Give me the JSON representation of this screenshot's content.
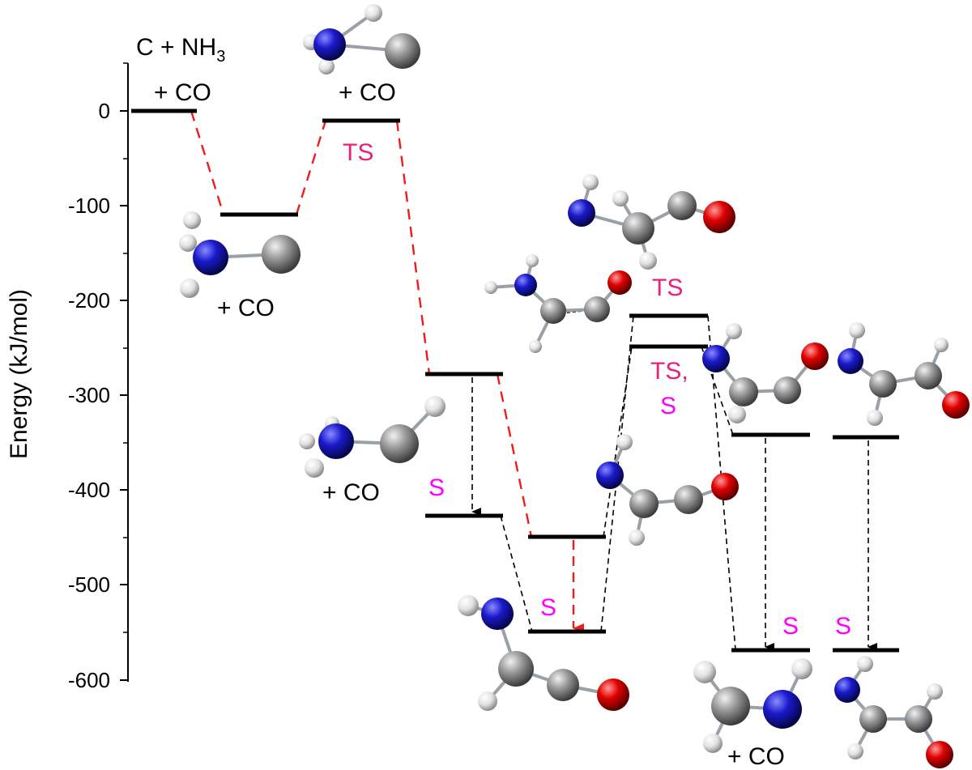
{
  "axis": {
    "title": "Energy (kJ/mol)",
    "ticks": [
      "0",
      "-100",
      "-200",
      "-300",
      "-400",
      "-500",
      "-600"
    ]
  },
  "labels": {
    "reactant_line1": "C + NH",
    "reactant_sub": "3",
    "reactant_line2": "+ CO",
    "ts1_plus_co": "+ CO",
    "complex1_plus_co": "+ CO",
    "int_a_plus_co": "+ CO",
    "prod_imine_plus_co": "+ CO",
    "ts_tag": "TS",
    "ts_upper_tag": "TS",
    "ts_lower_tag_line1": "TS,",
    "ts_lower_tag_line2": "S",
    "s_tag_a": "S",
    "s_tag_b": "S",
    "s_tag_c": "S",
    "s_tag_d": "S"
  },
  "colors": {
    "nitrogen": "#1a1acc",
    "carbon": "#8e8e8e",
    "oxygen": "#e00000",
    "hydrogen": "#e0e0e0",
    "reactive_path": "#ee1c1c",
    "ts_text": "#e8207a",
    "s_text": "#ff00ff"
  }
}
